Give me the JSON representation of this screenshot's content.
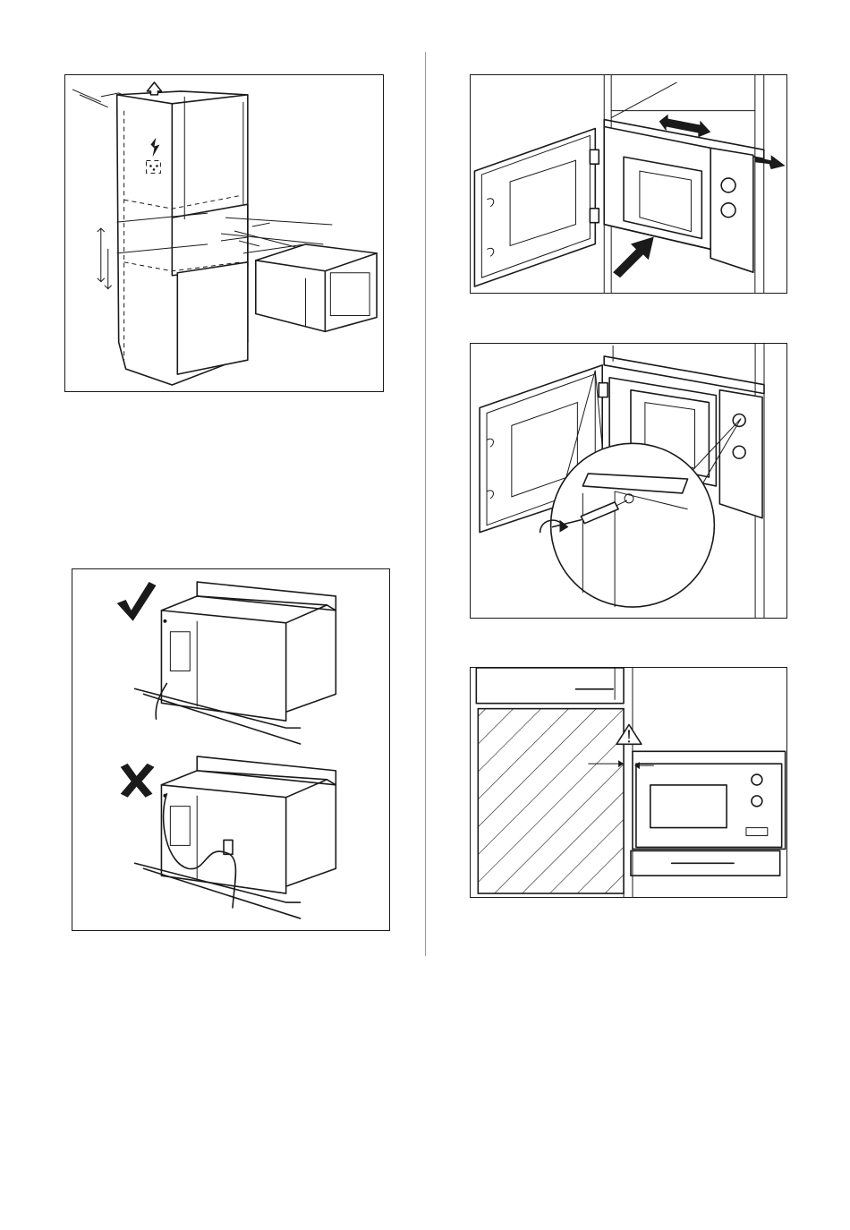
{
  "page": {
    "figures": [
      {
        "id": "cabinet-dimensions",
        "icons": [
          "electric-shock-icon",
          "power-socket-icon",
          "arrow-up-icon"
        ]
      },
      {
        "id": "cable-routing",
        "icons": [
          "checkmark-icon",
          "cross-icon"
        ]
      },
      {
        "id": "frame-insertion",
        "icons": [
          "double-arrow-icon",
          "push-arrow-icon"
        ]
      },
      {
        "id": "screw-fixing",
        "icons": [
          "screwdriver-icon",
          "rotate-arrow-icon"
        ]
      },
      {
        "id": "side-clearance",
        "icons": [
          "warning-triangle-icon"
        ]
      }
    ],
    "colors": {
      "line": "#1a1a1a",
      "background": "#ffffff",
      "divider": "#9a9a9a"
    }
  }
}
